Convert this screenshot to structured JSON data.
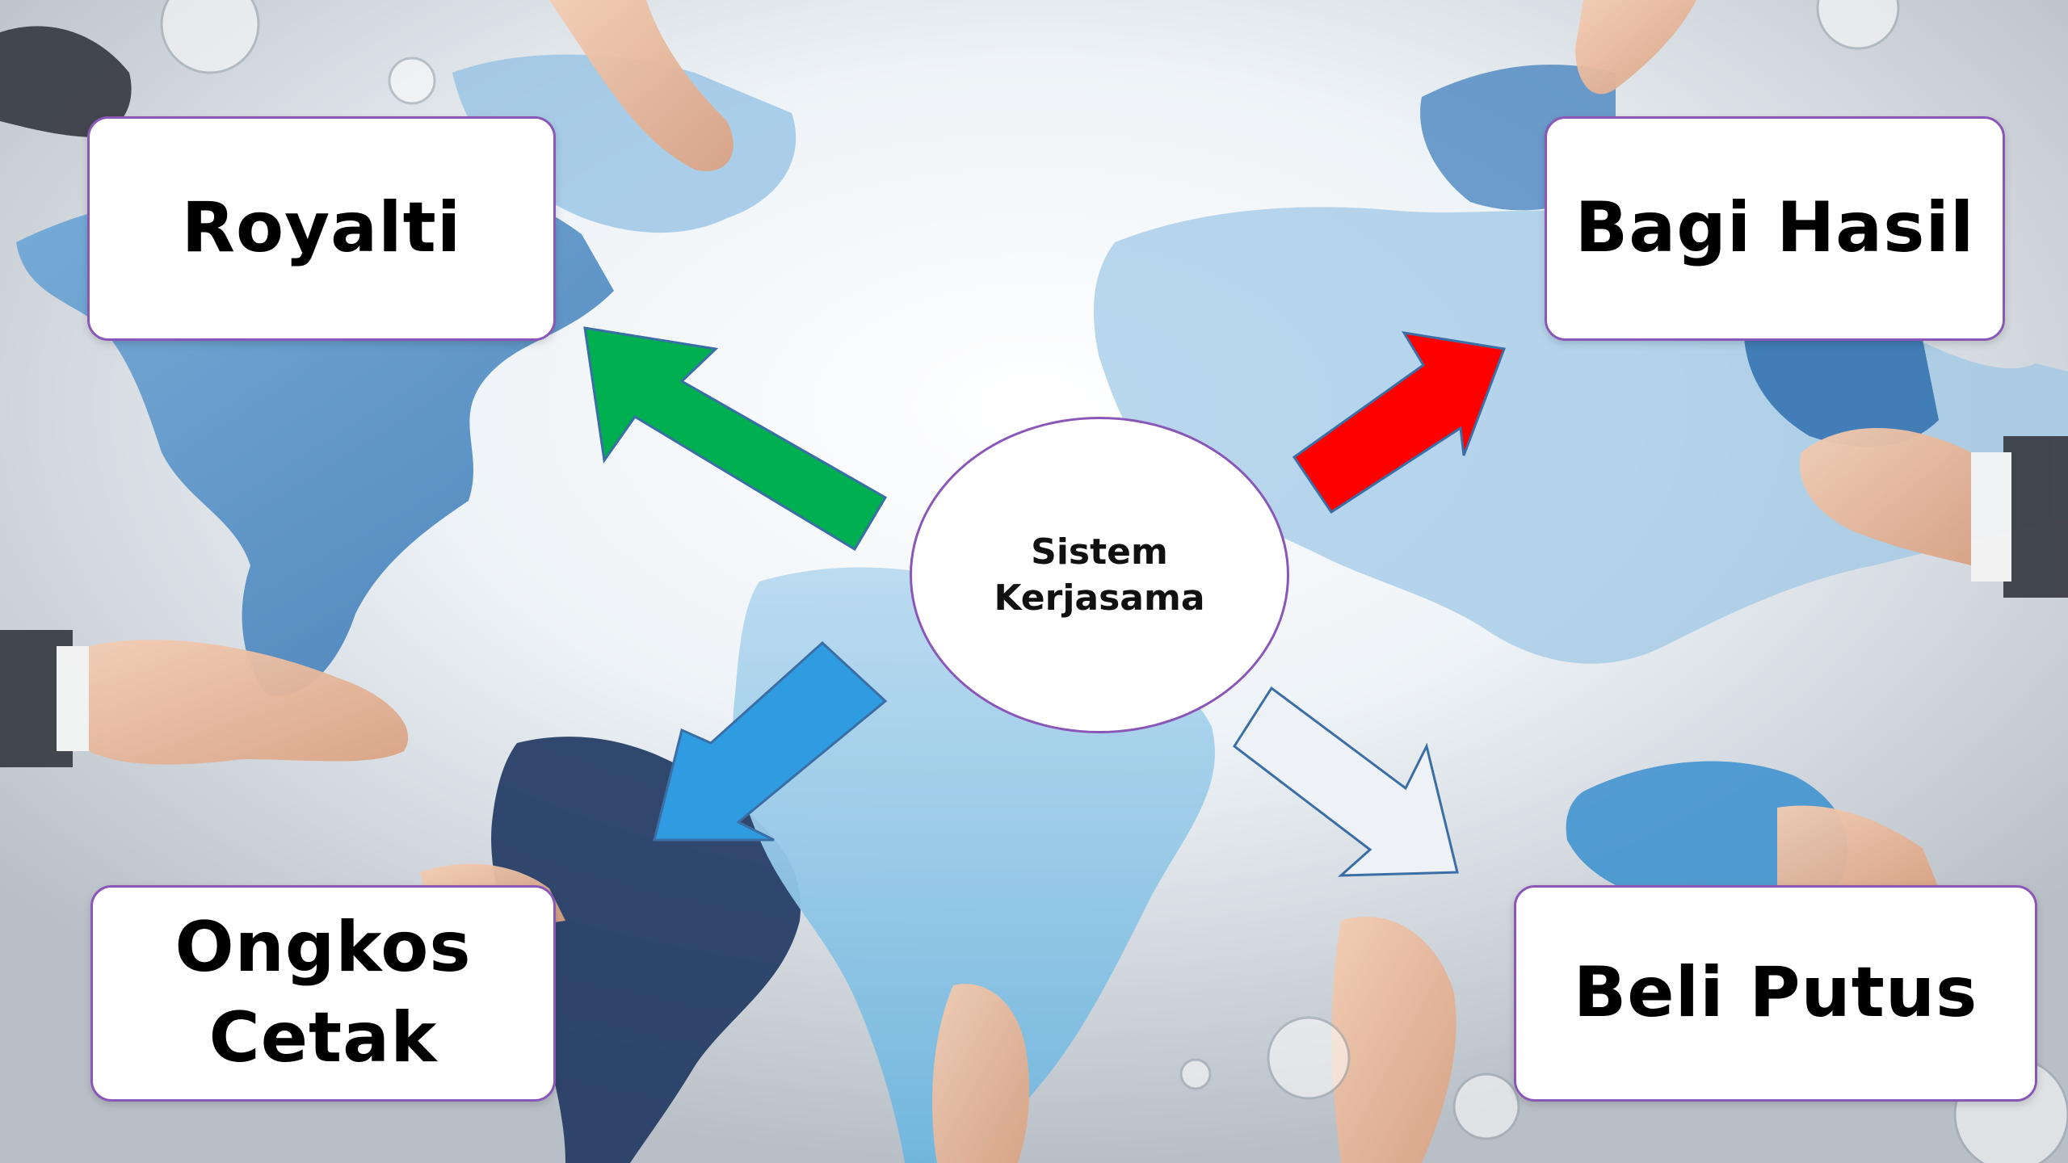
{
  "center": {
    "label": "Sistem\nKerjasama"
  },
  "boxes": {
    "top_left": "Royalti",
    "top_right": "Bagi Hasil",
    "bottom_left": "Ongkos\nCetak",
    "bottom_right": "Beli Putus"
  },
  "colors": {
    "arrow_top_left": "#00b050",
    "arrow_top_right": "#ff0000",
    "arrow_bottom_left": "#2f9be0",
    "arrow_bottom_right": "#eef1f6",
    "box_border": "#8a57b8"
  }
}
